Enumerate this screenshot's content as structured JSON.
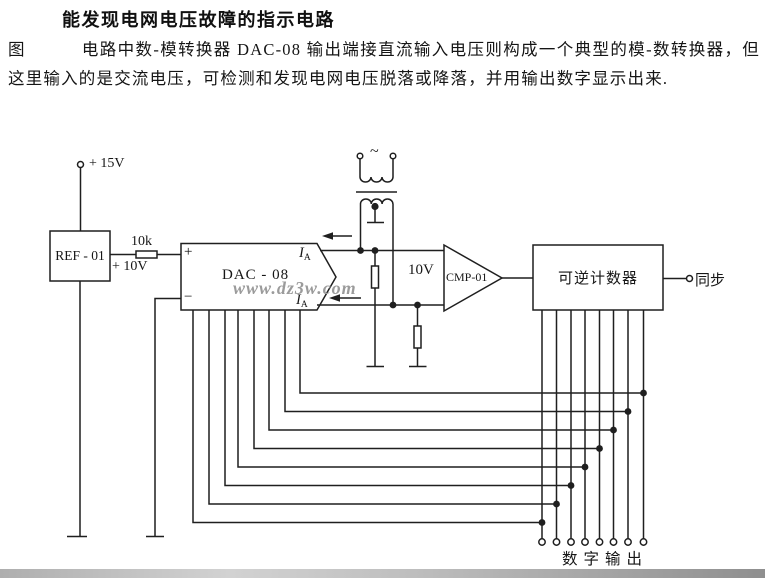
{
  "page": {
    "title": "能发现电网电压故障的指示电路",
    "intro": {
      "figure_label": "图",
      "text": "电路中数-模转换器 DAC-08 输出端接直流输入电压则构成一个典型的模-数转换器，但这里输入的是交流电压，可检测和发现电网电压脱落或降落，并用输出数字显示出来."
    }
  },
  "diagram": {
    "watermark": "www.dz3w.com",
    "components": {
      "supply_label": "+ 15V",
      "ref_chip": "REF - 01",
      "resistor_value": "10k",
      "ref_output_voltage": "+ 10V",
      "dac_chip": "DAC - 08",
      "dac_plus_pin": "+",
      "dac_minus_pin": "−",
      "ac_tilde": "~",
      "current_symbol": "I",
      "current_subscript": "A",
      "comparator_voltage": "10V",
      "comparator_chip": "CMP-01",
      "counter_label": "可逆计数器",
      "sync_label": "同步",
      "digital_output_label": "数字输出"
    },
    "colors": {
      "line": "#1f1f1f",
      "watermark_gray": "#9b9b9b"
    }
  }
}
